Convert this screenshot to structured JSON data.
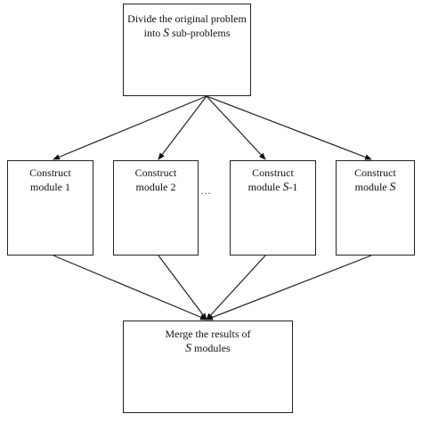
{
  "top": {
    "line1": "Divide the original problem",
    "line2_pre": "into ",
    "line2_var": "S",
    "line2_post": " sub-problems"
  },
  "modules": [
    {
      "line1": "Construct",
      "line2_pre": "module 1",
      "line2_var": "",
      "line2_post": ""
    },
    {
      "line1": "Construct",
      "line2_pre": "module 2",
      "line2_var": "",
      "line2_post": ""
    },
    {
      "line1": "Construct",
      "line2_pre": "module ",
      "line2_var": "S",
      "line2_post": "-1"
    },
    {
      "line1": "Construct",
      "line2_pre": "module ",
      "line2_var": "S",
      "line2_post": ""
    }
  ],
  "ellipsis": "…",
  "bottom": {
    "line1": "Merge the results of",
    "line2_pre": "",
    "line2_var": "S",
    "line2_post": " modules"
  }
}
